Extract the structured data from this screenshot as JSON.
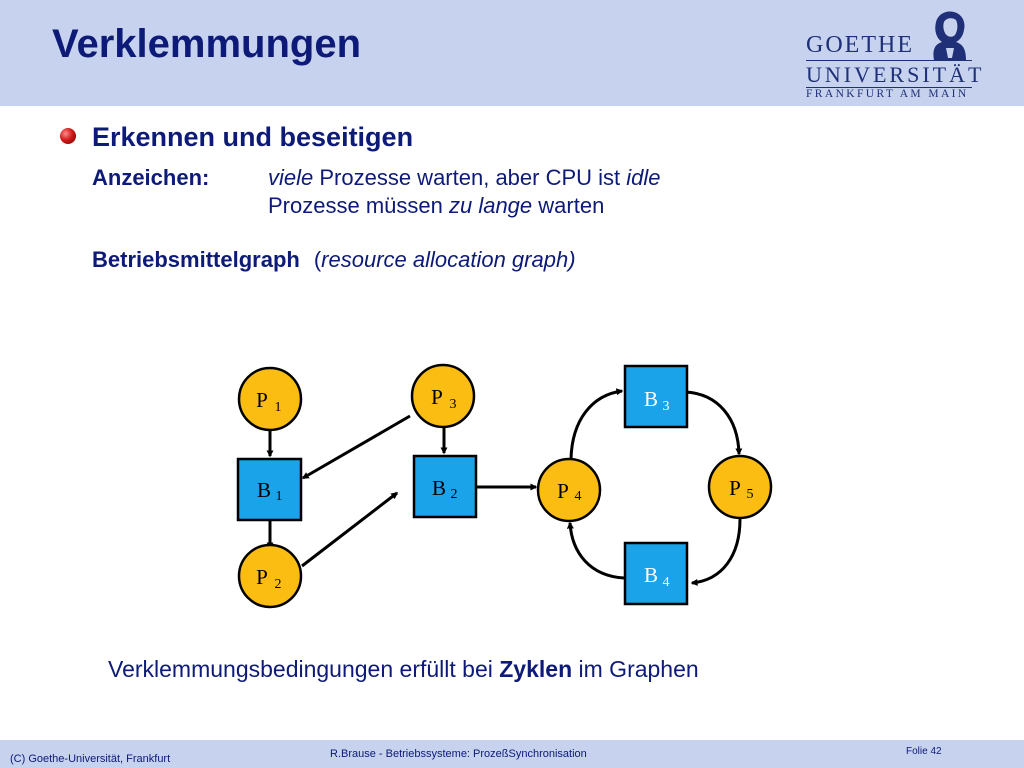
{
  "slide": {
    "title": "Verklemmungen",
    "logo": {
      "line1": "GOETHE",
      "line2": "UNIVERSITÄT",
      "line3": "FRANKFURT AM MAIN"
    },
    "heading": "Erkennen und beseitigen",
    "signs_label": "Anzeichen:",
    "line1": {
      "italic1": "viele",
      "text1": " Prozesse warten, aber CPU ist ",
      "italic2": "idle"
    },
    "line2": {
      "text1": "Prozesse müssen ",
      "italic1": "zu lange",
      "text2": " warten"
    },
    "graph_label": {
      "bold": "Betriebsmittelgraph",
      "open": "(",
      "italic": "resource allocation graph)"
    },
    "conclusion": {
      "text1": "Verklemmungsbedingungen erfüllt bei ",
      "bold": "Zyklen",
      "text2": " im Graphen"
    }
  },
  "diagram": {
    "process_color": "#fbbd12",
    "resource_color": "#1aa3e8",
    "nodes": {
      "p1": {
        "main": "P",
        "sub": "1"
      },
      "p2": {
        "main": "P",
        "sub": "2"
      },
      "p3": {
        "main": "P",
        "sub": "3"
      },
      "p4": {
        "main": "P",
        "sub": "4"
      },
      "p5": {
        "main": "P",
        "sub": "5"
      },
      "b1": {
        "main": "B",
        "sub": "1"
      },
      "b2": {
        "main": "B",
        "sub": "2"
      },
      "b3": {
        "main": "B",
        "sub": "3"
      },
      "b4": {
        "main": "B",
        "sub": "4"
      }
    }
  },
  "footer": {
    "left": "(C) Goethe-Universität, Frankfurt",
    "center": "R.Brause - Betriebssysteme: ProzeßSynchronisation",
    "right": "Folie 42"
  }
}
